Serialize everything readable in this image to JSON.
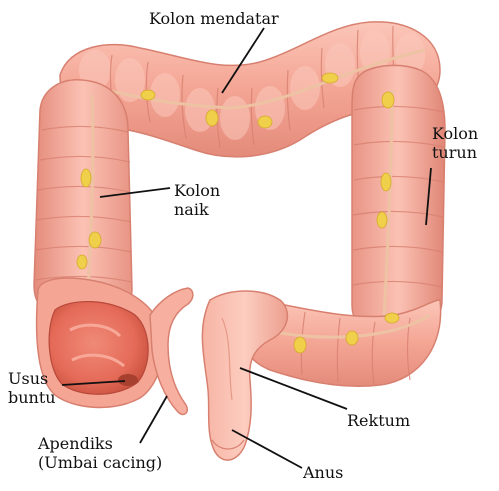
{
  "labels": {
    "kolon_mendatar": "Kolon mendatar",
    "kolon_turun_line1": "Kolon",
    "kolon_turun_line2": "turun",
    "kolon_naik_line1": "Kolon",
    "kolon_naik_line2": "naik",
    "usus_buntu_line1": "Usus",
    "usus_buntu_line2": "buntu",
    "apendiks_line1": "Apendiks",
    "apendiks_line2": "(Umbai cacing)",
    "rektum": "Rektum",
    "anus": "Anus"
  },
  "colors": {
    "colon_fill": "#f4a898",
    "colon_light": "#fbc9bc",
    "colon_shadow": "#d97868",
    "cecum_inner": "#e86a58",
    "fat_yellow": "#f2d64a",
    "band_line": "#e9b89c",
    "leader_line": "#111111"
  }
}
